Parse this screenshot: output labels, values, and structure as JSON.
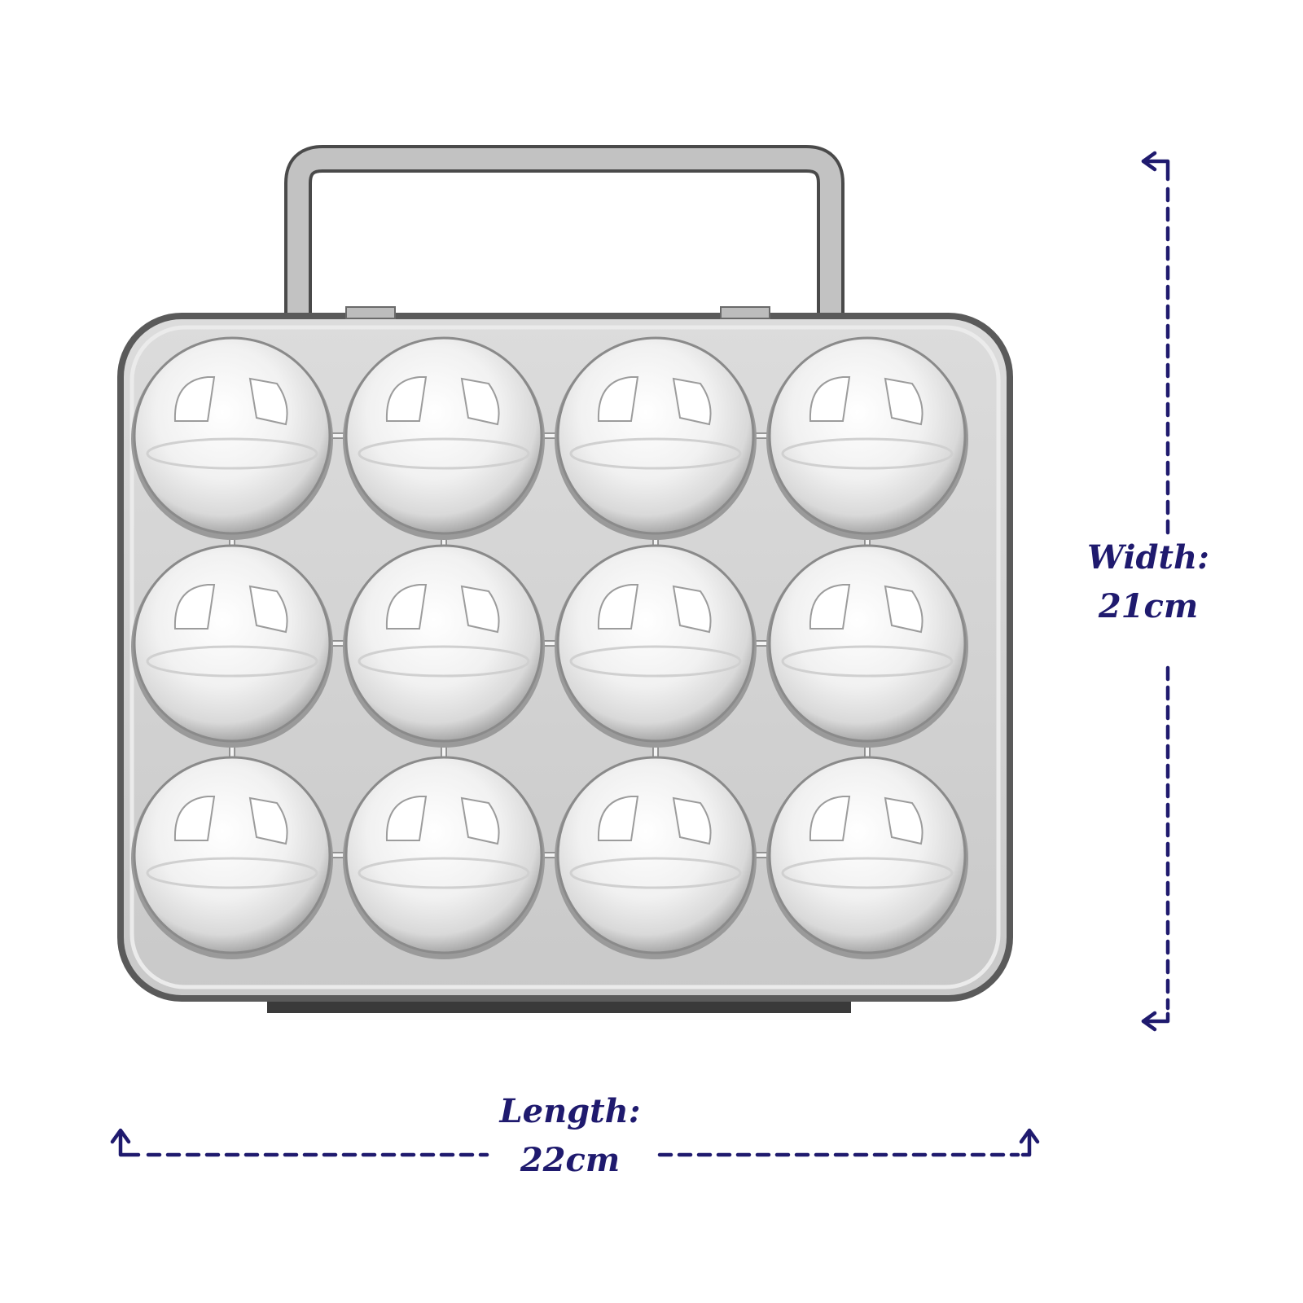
{
  "product": {
    "name": "egg-carrier-12",
    "egg_slots": 12,
    "colors": {
      "tray": "#d3d3d3",
      "tray_outline": "#5a5a5a",
      "handle": "#bdbdbd",
      "dome": "#ededed",
      "base_strip": "#3a3a3a"
    }
  },
  "dimensions": {
    "accent_color": "#1f1a6e",
    "width": {
      "label": "Width:",
      "value": "21cm"
    },
    "length": {
      "label": "Length:",
      "value": "22cm"
    }
  }
}
